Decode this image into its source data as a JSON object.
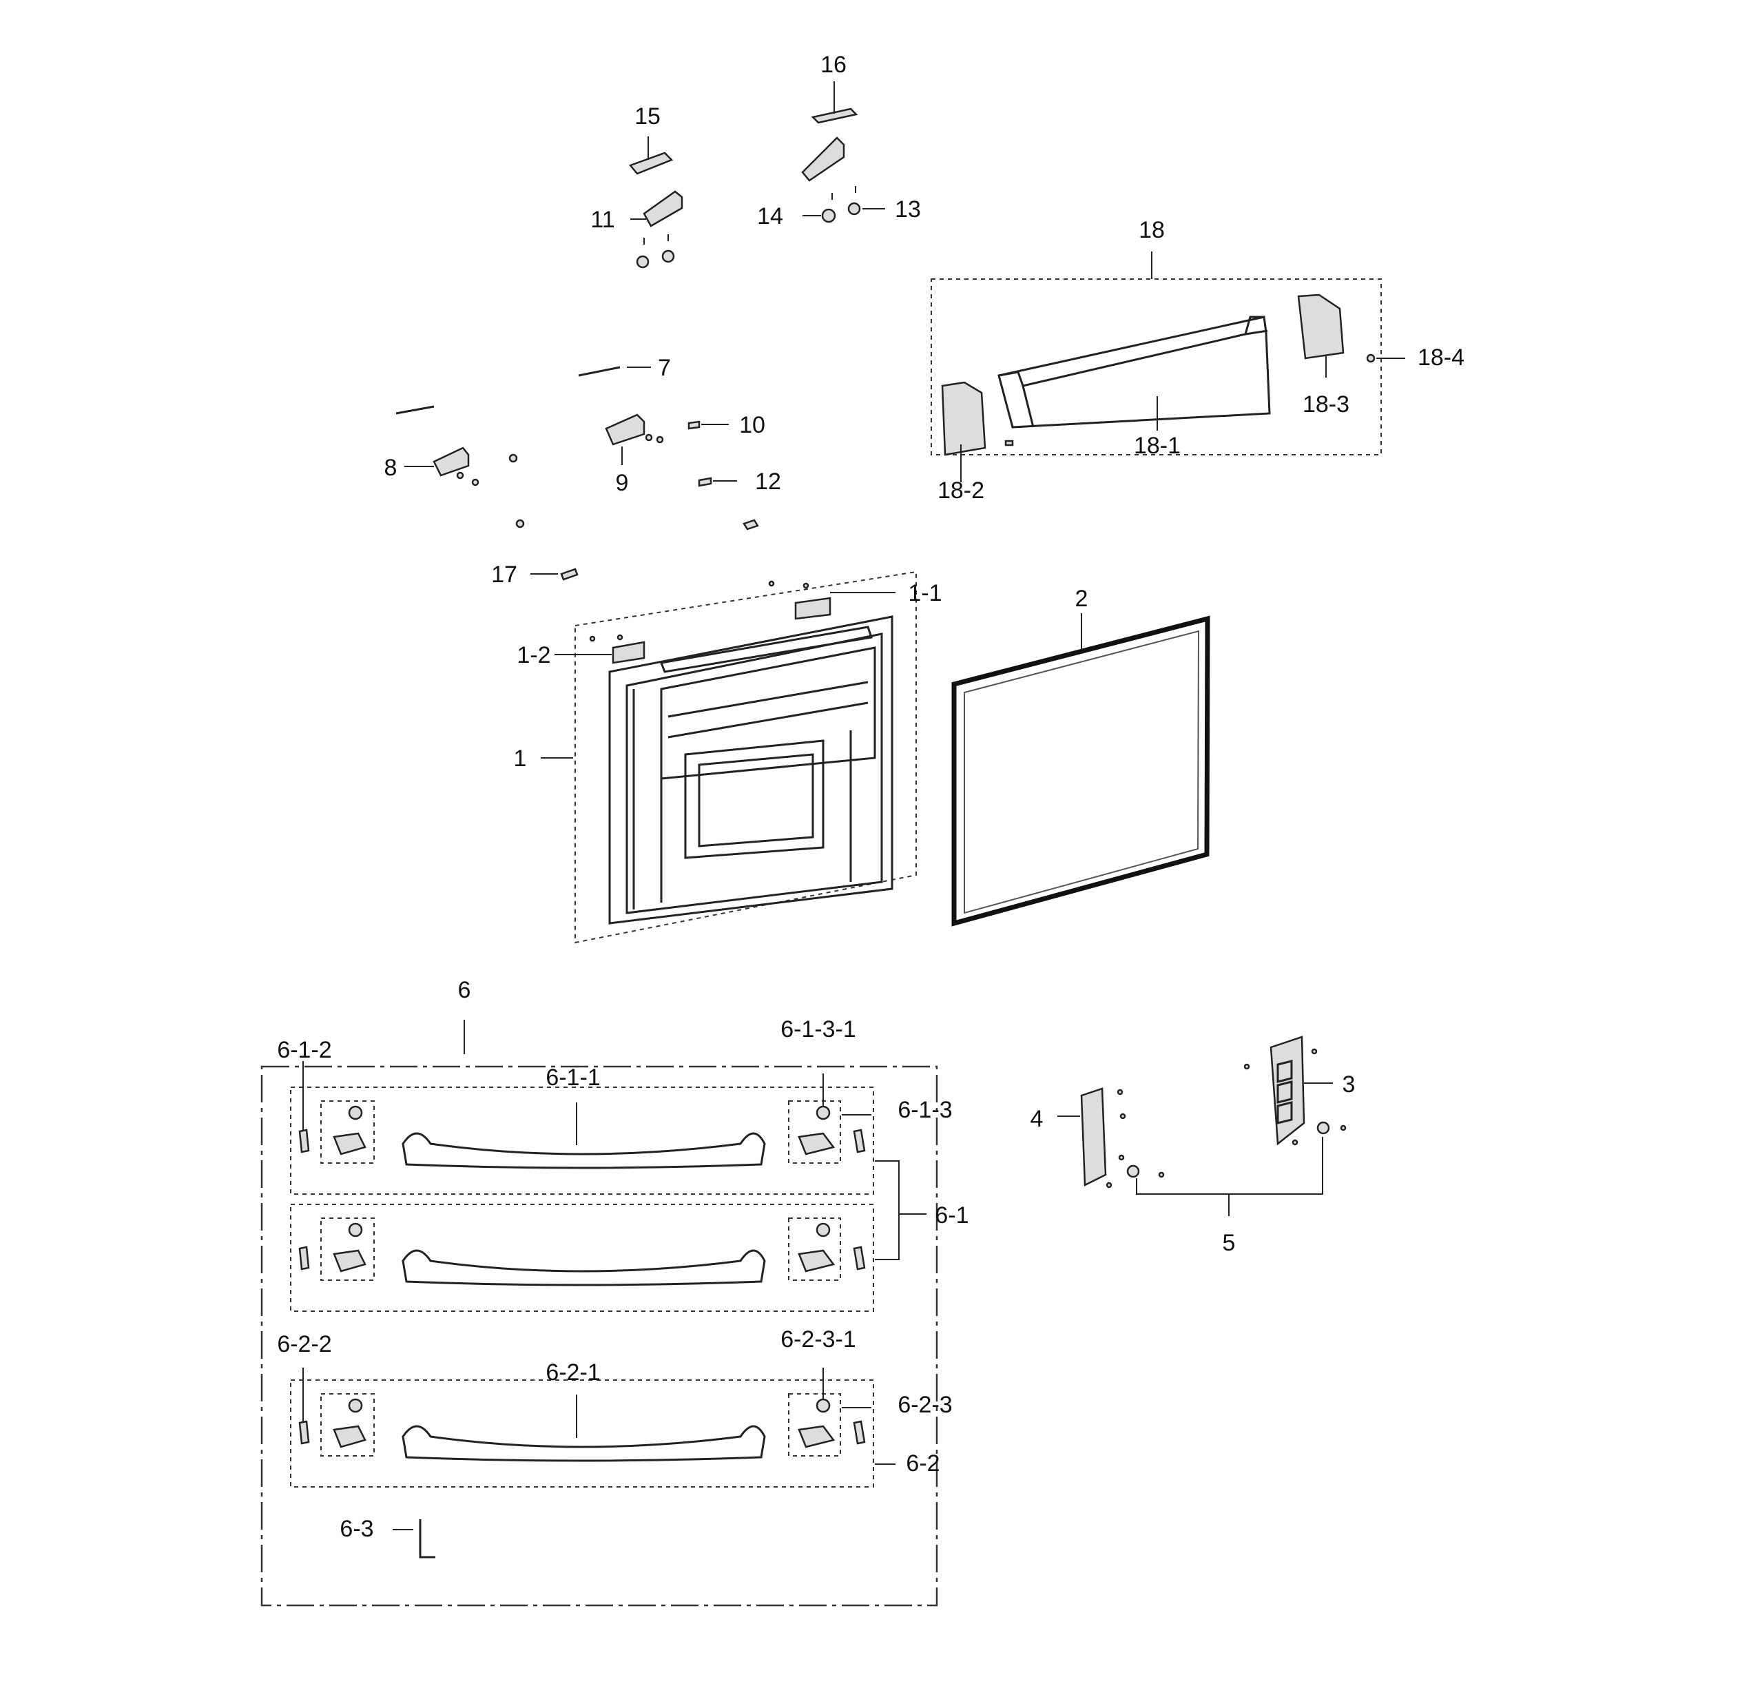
{
  "labels": {
    "p1": "1",
    "p1_1": "1-1",
    "p1_2": "1-2",
    "p2": "2",
    "p3": "3",
    "p4": "4",
    "p5": "5",
    "p6": "6",
    "p6_1": "6-1",
    "p6_1_1": "6-1-1",
    "p6_1_2": "6-1-2",
    "p6_1_3": "6-1-3",
    "p6_1_3_1": "6-1-3-1",
    "p6_2": "6-2",
    "p6_2_1": "6-2-1",
    "p6_2_2": "6-2-2",
    "p6_2_3": "6-2-3",
    "p6_2_3_1": "6-2-3-1",
    "p6_3": "6-3",
    "p7": "7",
    "p8": "8",
    "p9": "9",
    "p10": "10",
    "p11": "11",
    "p12": "12",
    "p13": "13",
    "p14": "14",
    "p15": "15",
    "p16": "16",
    "p17": "17",
    "p18": "18",
    "p18_1": "18-1",
    "p18_2": "18-2",
    "p18_3": "18-3",
    "p18_4": "18-4"
  },
  "icons": {
    "door": "door-panel-icon",
    "gasket": "door-gasket-icon",
    "bin": "door-bin-icon",
    "handle": "door-handle-icon",
    "hinge": "hinge-icon",
    "bracket": "bracket-icon"
  }
}
